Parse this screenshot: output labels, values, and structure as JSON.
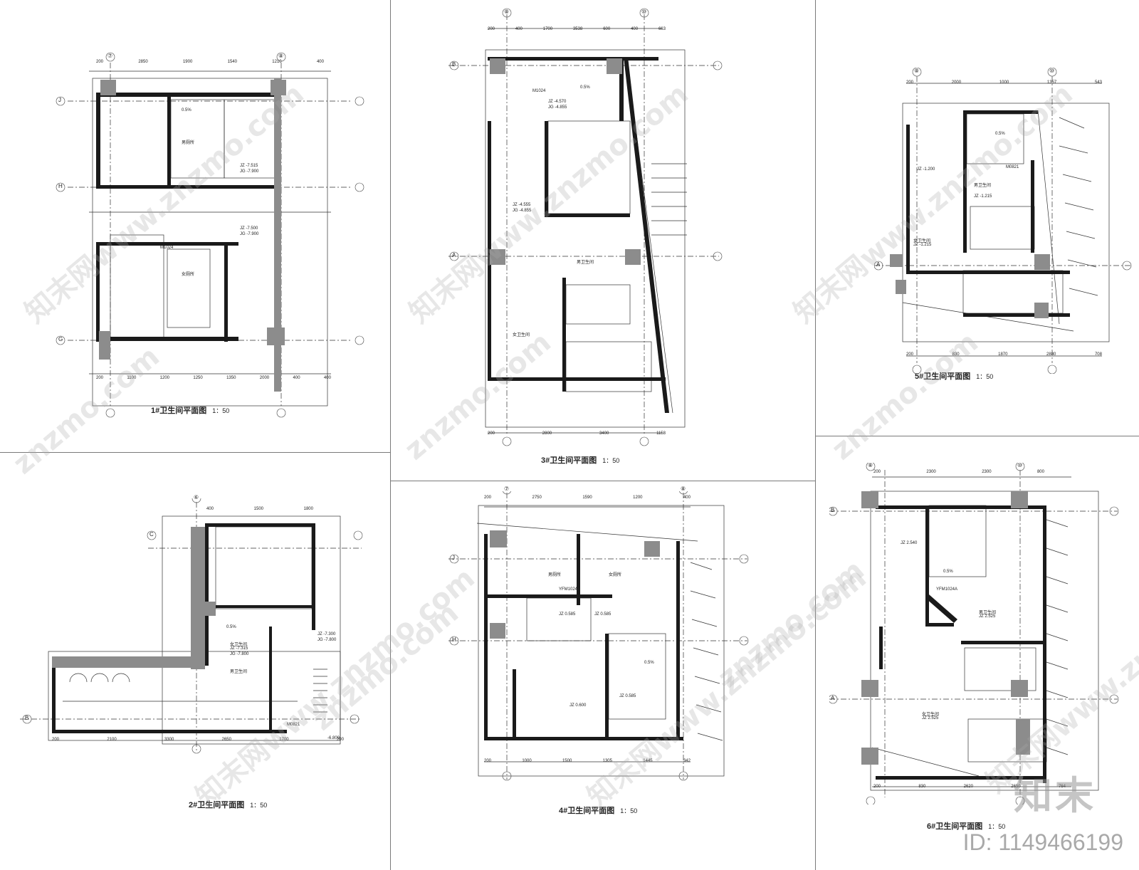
{
  "panels": [
    {
      "id": "p1",
      "title": "1#卫生间平面图",
      "scale": "1：50"
    },
    {
      "id": "p3",
      "title": "3#卫生间平面图",
      "scale": "1：50"
    },
    {
      "id": "p5",
      "title": "5#卫生间平面图",
      "scale": "1：50"
    },
    {
      "id": "p2",
      "title": "2#卫生间平面图",
      "scale": "1：50"
    },
    {
      "id": "p4",
      "title": "4#卫生间平面图",
      "scale": "1：50"
    },
    {
      "id": "p6",
      "title": "6#卫生间平面图",
      "scale": "1：50"
    }
  ],
  "labels": {
    "p1": {
      "axis_top_left": "⑦",
      "axis_top_right": "⑧",
      "axis_J": "J",
      "axis_H": "H",
      "axis_G": "G",
      "dims_top": [
        "200",
        "2850",
        "1900",
        "1540",
        "1210",
        "400"
      ],
      "dims_bottom": [
        "200",
        "1100",
        "1200",
        "1250",
        "1350",
        "2000",
        "400",
        "400"
      ],
      "slope": "0.5%",
      "level_1": "JZ -7.515",
      "level_2": "JG -7.900",
      "level_3": "JZ -7.500",
      "level_4": "JG -7.900",
      "door": "M1024",
      "room_a": "男厕所",
      "room_b": "女厕所"
    },
    "p3": {
      "axis_top_left": "⑧",
      "axis_top_right": "⑩",
      "axis_B": "B",
      "axis_A": "A",
      "dims_top": [
        "200",
        "400",
        "1700",
        "3538",
        "600",
        "400",
        "663"
      ],
      "dims_bottom": [
        "200",
        "2800",
        "3400",
        "1158"
      ],
      "slope": "0.5%",
      "level_1": "JZ -4.570",
      "level_2": "JG -4.855",
      "level_3": "JZ -4.555",
      "level_4": "JG -4.855",
      "door": "M1024",
      "room_a": "男卫生间",
      "room_b": "女卫生间"
    },
    "p5": {
      "axis_top_left": "⑧",
      "axis_top_right": "⑩",
      "axis_A": "A",
      "dims_top": [
        "200",
        "2000",
        "1000",
        "1357",
        "543"
      ],
      "dims_bottom": [
        "200",
        "830",
        "1870",
        "2880",
        "708"
      ],
      "slope": "0.5%",
      "level_1": "JZ -1.200",
      "level_2": "JZ -1.215",
      "level_3": "JZ -1.215",
      "door": "M0821",
      "room_a": "男卫生间",
      "room_b": "女卫生间"
    },
    "p2": {
      "axis_top": "⑥",
      "axis_C": "C",
      "axis_B": "B",
      "dims_top": [
        "400",
        "1500",
        "1800"
      ],
      "dims_bottom": [
        "200",
        "2100",
        "3300",
        "2650",
        "1700",
        "200"
      ],
      "slope": "0.5%",
      "level_1": "JZ -7.300",
      "level_2": "JG -7.800",
      "level_3": "JZ -7.315",
      "level_4": "JG -7.800",
      "level_5": "-6.800",
      "door": "M0821",
      "room_a": "男卫生间",
      "room_b": "女卫生间"
    },
    "p4": {
      "axis_top_left": "⑦",
      "axis_top_right": "⑧",
      "axis_J": "J",
      "axis_H": "H",
      "dims_top": [
        "200",
        "2750",
        "1590",
        "1200",
        "400"
      ],
      "dims_bottom": [
        "200",
        "1000",
        "1500",
        "1305",
        "1445",
        "342"
      ],
      "slope": "0.5%",
      "level_1": "JZ 0.585",
      "level_2": "JZ 0.585",
      "level_3": "JZ 0.600",
      "level_4": "JZ 0.585",
      "door": "YFM1024A",
      "room_a": "男厕所",
      "room_b": "女厕所"
    },
    "p6": {
      "axis_top_left": "⑧",
      "axis_top_right": "⑩",
      "axis_B": "B",
      "axis_A": "A",
      "dims_top": [
        "200",
        "2300",
        "2300",
        "800"
      ],
      "dims_bottom": [
        "200",
        "830",
        "2620",
        "2650",
        "764"
      ],
      "slope": "0.5%",
      "level_1": "JZ 2.540",
      "level_2": "JZ 2.525",
      "level_3": "JZ 2.525",
      "door": "YFM1024A",
      "room_a": "男卫生间",
      "room_b": "女卫生间"
    }
  },
  "watermark": {
    "text_a": "知末网www.znzmo.com",
    "text_b": "znzmo.com"
  },
  "logo": "知末",
  "image_id": "ID: 1149466199",
  "colors": {
    "wall": "#1a1a1a",
    "column": "#8c8c8c",
    "grid": "#7a7a7a",
    "line": "#333333",
    "watermark": "#b4b4b4"
  }
}
